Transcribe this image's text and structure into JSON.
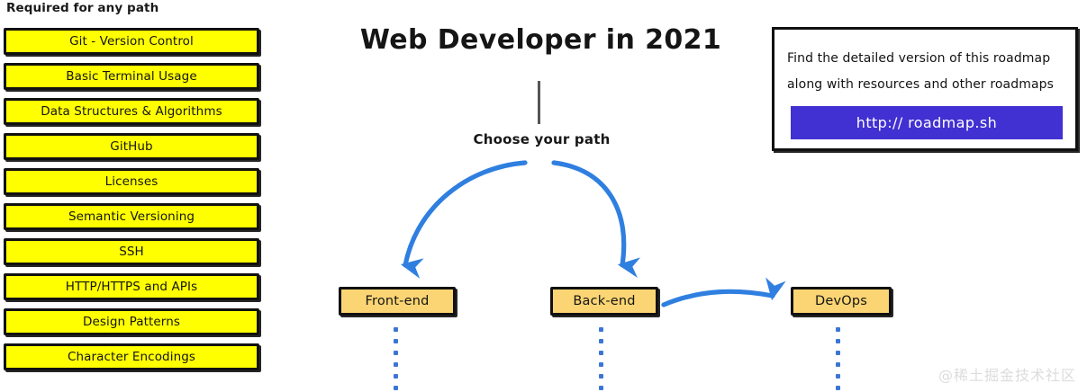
{
  "title": "Web Developer in 2021",
  "stem": {
    "choose_path_label": "Choose your path"
  },
  "required_section": {
    "heading": "Required for any path",
    "items": [
      {
        "label": "Git - Version Control"
      },
      {
        "label": "Basic Terminal Usage"
      },
      {
        "label": "Data Structures & Algorithms"
      },
      {
        "label": "GitHub"
      },
      {
        "label": "Licenses"
      },
      {
        "label": "Semantic Versioning"
      },
      {
        "label": "SSH"
      },
      {
        "label": "HTTP/HTTPS and APIs"
      },
      {
        "label": "Design Patterns"
      },
      {
        "label": "Character Encodings"
      }
    ]
  },
  "paths": [
    {
      "label": "Front-end"
    },
    {
      "label": "Back-end"
    },
    {
      "label": "DevOps"
    }
  ],
  "info_box": {
    "line1": "Find the detailed version of this roadmap",
    "line2": "along with resources and other roadmaps",
    "button_label": "http:// roadmap.sh"
  },
  "watermark": "@稀土掘金技术社区",
  "colors": {
    "required_fill": "#ffff00",
    "path_fill": "#fbd573",
    "outline": "#111111",
    "arrow_blue": "#2f7fe0",
    "dot_blue": "#3b76d4",
    "button_purple": "#4130d2",
    "stem_gray": "#565656",
    "background": "#ffffff"
  }
}
